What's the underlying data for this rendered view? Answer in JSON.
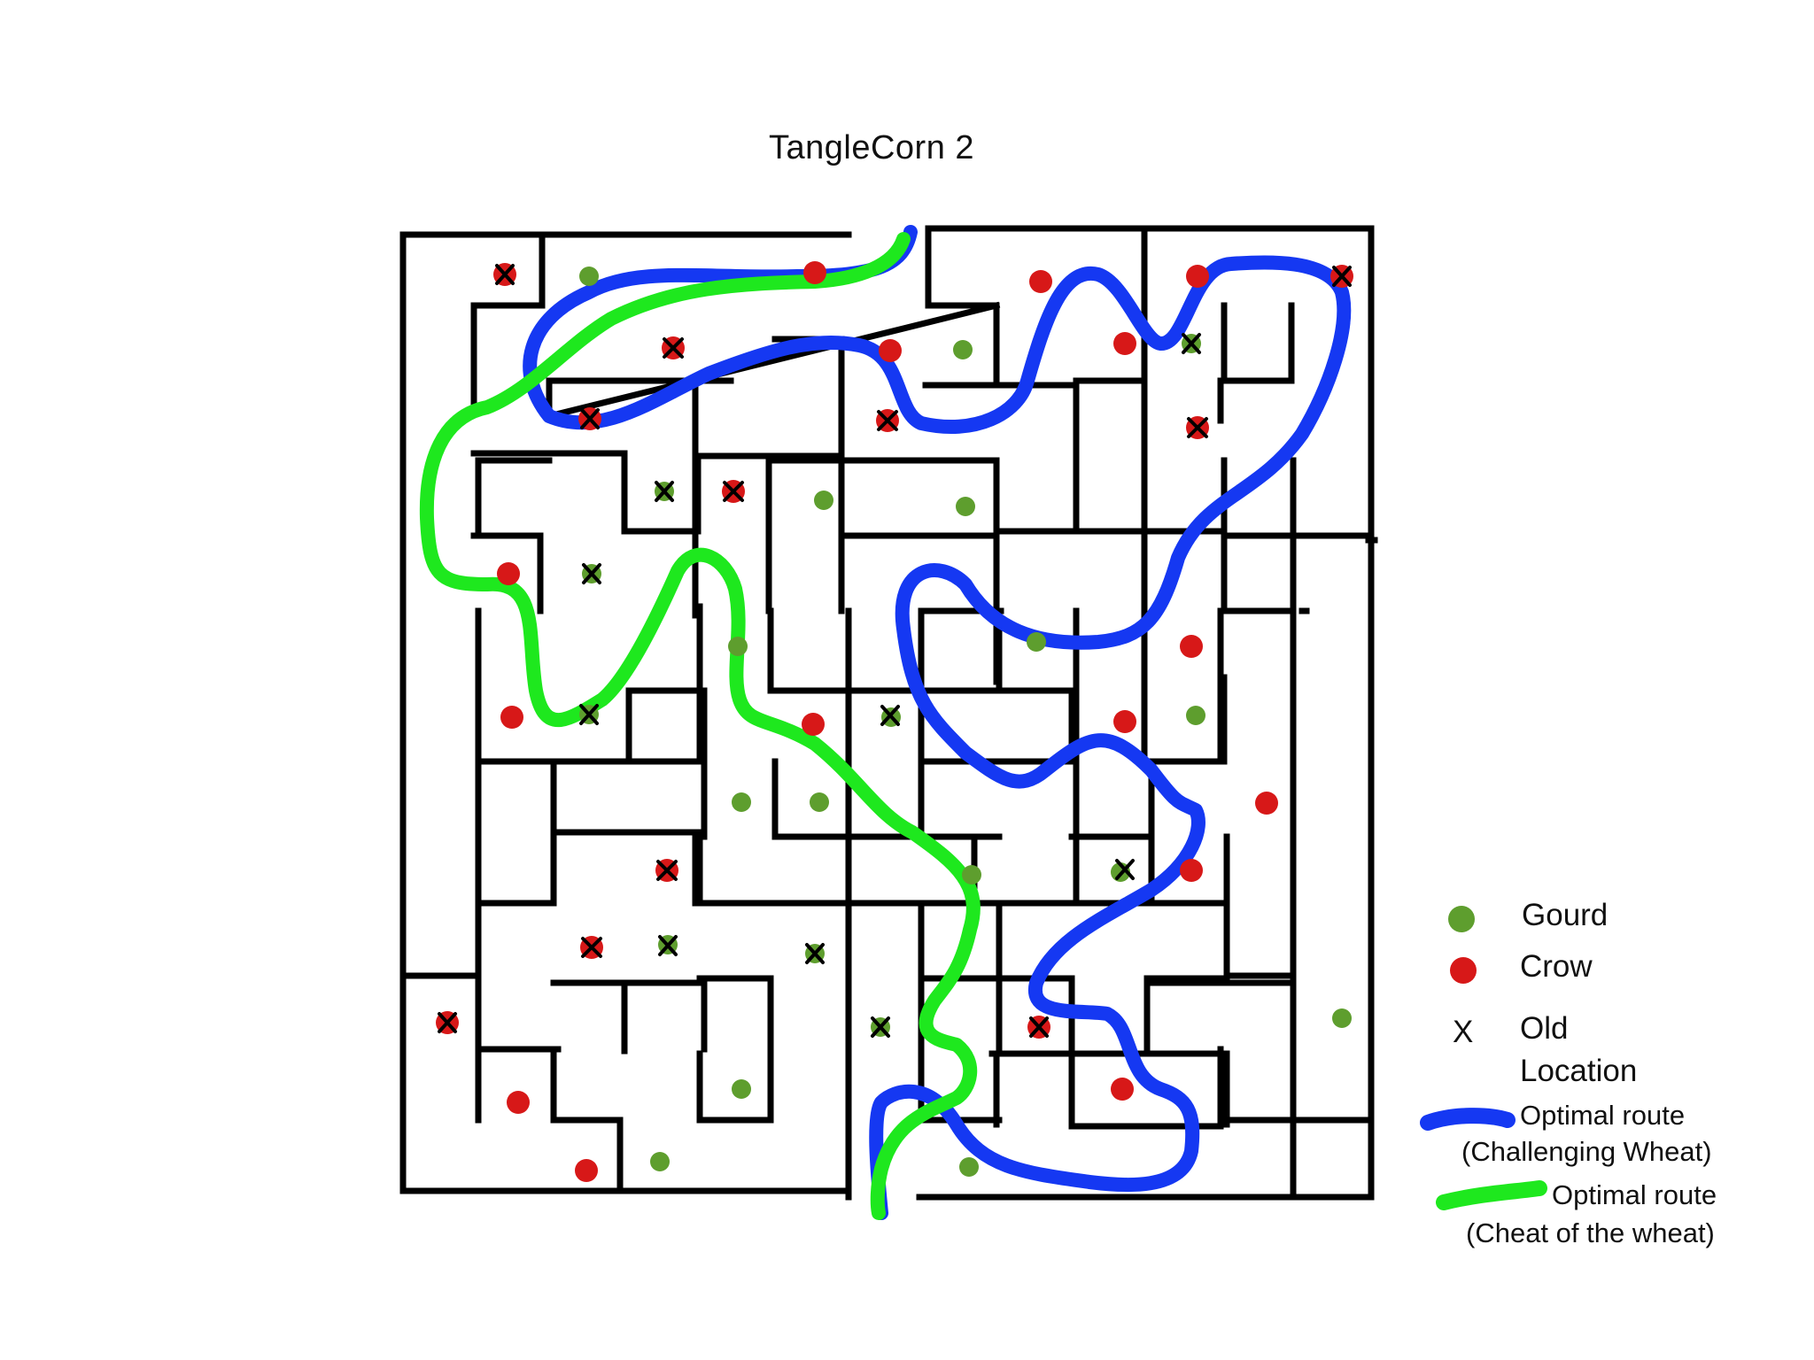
{
  "title": "TangleCorn 2",
  "colors": {
    "gourd": "#5e9e2e",
    "crow": "#d71818",
    "blue_route": "#1538f2",
    "green_route": "#1ee81e",
    "wall": "#000000"
  },
  "legend": {
    "gourd_label": "Gourd",
    "crow_label": "Crow",
    "x_symbol": "X",
    "old_label_1": "Old",
    "old_label_2": "Location",
    "blue_label_1": "Optimal route",
    "blue_label_2": "(Challenging Wheat)",
    "green_label_1": "Optimal route",
    "green_label_2": "(Cheat of the wheat)"
  }
}
